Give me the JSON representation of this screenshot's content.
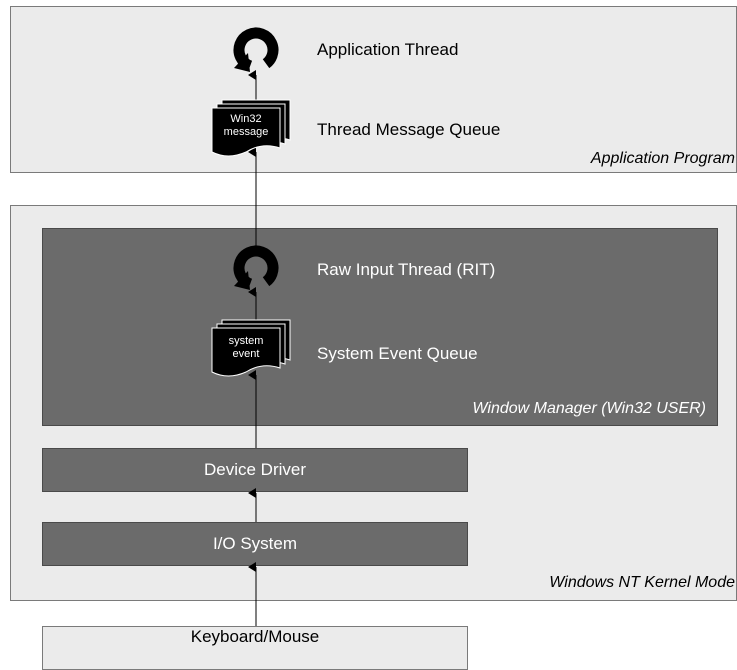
{
  "application_program": {
    "region_label": "Application Program",
    "thread_label": "Application Thread",
    "queue_label": "Thread Message Queue",
    "message_line1": "Win32",
    "message_line2": "message"
  },
  "kernel_mode": {
    "region_label": "Windows NT Kernel Mode",
    "window_manager": {
      "region_label": "Window Manager (Win32 USER)",
      "thread_label": "Raw Input Thread (RIT)",
      "queue_label": "System Event Queue",
      "event_line1": "system",
      "event_line2": "event"
    },
    "device_driver_label": "Device Driver",
    "io_system_label": "I/O System"
  },
  "input_device_label": "Keyboard/Mouse",
  "colors": {
    "dark_box": "#6b6b6b",
    "light_box": "#ebebeb",
    "border": "#7a7a7a",
    "icon": "#000000"
  },
  "icons": {
    "thread": "circular-arrow-icon",
    "queue": "stacked-documents-icon"
  }
}
